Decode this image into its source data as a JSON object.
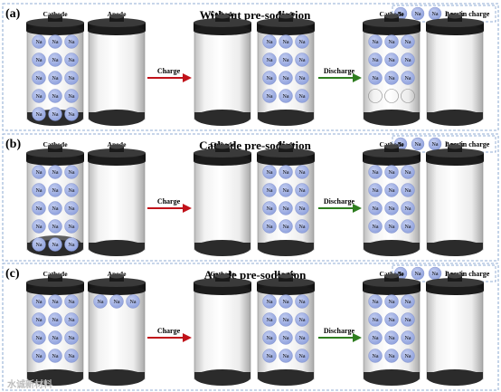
{
  "legend_label": "Loss in charge",
  "ion_label": "Na",
  "arrows": {
    "charge": "Charge",
    "discharge": "Discharge"
  },
  "colors": {
    "ion_fill": "#9fb0e3",
    "charge_arrow": "#c0121a",
    "discharge_arrow": "#2e7d1f",
    "panel_border": "#6f93c7",
    "battery_dark": "#2b2b2b"
  },
  "watermark": "水诚新材料",
  "panels": [
    {
      "letter": "(a)",
      "title": "Without pre-sodiation",
      "stages": [
        {
          "cathode": {
            "label": "Cathode",
            "grid": [
              3,
              5
            ]
          },
          "anode": {
            "label": "Anode",
            "grid": null
          }
        },
        {
          "cathode": {
            "label": "Cathode",
            "grid": null
          },
          "anode": {
            "label": "Anode",
            "grid": [
              3,
              4
            ]
          }
        },
        {
          "cathode": {
            "label": "Cathode",
            "grid": [
              3,
              4
            ],
            "empty_row": 3
          },
          "anode": {
            "label": "Anode",
            "grid": null
          }
        }
      ]
    },
    {
      "letter": "(b)",
      "title": "Cathode pre-sodiation",
      "stages": [
        {
          "cathode": {
            "label": "Cathode",
            "grid": [
              3,
              5
            ],
            "bottom_dark": true
          },
          "anode": {
            "label": "Anode",
            "grid": null
          }
        },
        {
          "cathode": {
            "label": "Cathode",
            "grid": null
          },
          "anode": {
            "label": "Anode",
            "grid": [
              3,
              4
            ]
          }
        },
        {
          "cathode": {
            "label": "Cathode",
            "grid": [
              3,
              4
            ]
          },
          "anode": {
            "label": "Anode",
            "grid": null
          }
        }
      ]
    },
    {
      "letter": "(c)",
      "title": "Anode pre-sodiation",
      "stages": [
        {
          "cathode": {
            "label": "Cathode",
            "grid": [
              3,
              4
            ]
          },
          "anode": {
            "label": "Anode",
            "grid": [
              3,
              1
            ]
          }
        },
        {
          "cathode": {
            "label": "Cathode",
            "grid": null
          },
          "anode": {
            "label": "Anode",
            "grid": [
              3,
              4
            ]
          }
        },
        {
          "cathode": {
            "label": "Cathode",
            "grid": [
              3,
              4
            ]
          },
          "anode": {
            "label": "Anode",
            "grid": null
          }
        }
      ]
    }
  ]
}
